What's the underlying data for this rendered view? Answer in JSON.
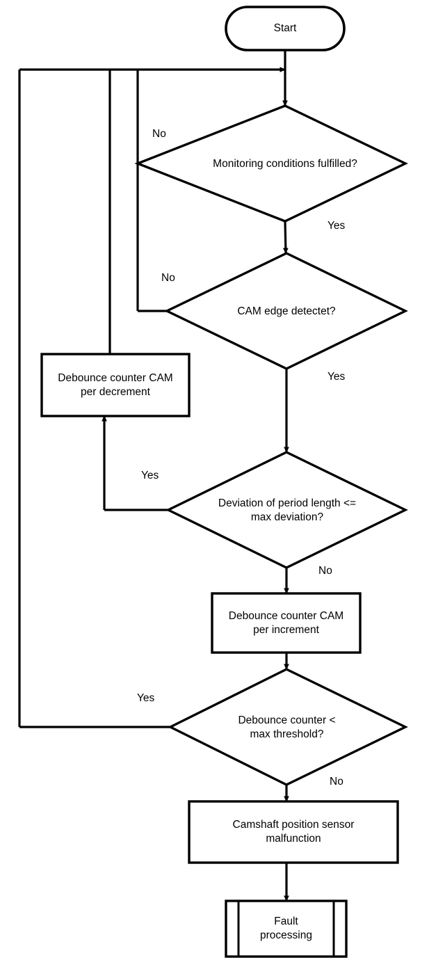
{
  "diagram": {
    "title": "Camshaft position sensor monitoring",
    "type": "flowchart",
    "stroke_color": "#000000",
    "fill_color": "#ffffff",
    "background_color": "#ffffff"
  },
  "nodes": {
    "start": {
      "label": "Start",
      "shape": "terminator"
    },
    "decision_monitoring": {
      "label": "Monitoring conditions fulfilled?",
      "shape": "decision"
    },
    "decision_cam_edge": {
      "label": "CAM edge detectet?",
      "shape": "decision"
    },
    "process_decrement": {
      "label": "Debounce counter CAM\nper decrement",
      "shape": "process"
    },
    "decision_deviation": {
      "label": "Deviation of period length <=\nmax deviation?",
      "shape": "decision"
    },
    "process_increment": {
      "label": "Debounce counter CAM\nper increment",
      "shape": "process"
    },
    "decision_threshold": {
      "label": "Debounce counter <\nmax threshold?",
      "shape": "decision"
    },
    "process_malfunction": {
      "label": "Camshaft position sensor\nmalfunction",
      "shape": "process"
    },
    "predefined_fault": {
      "label": "Fault\nprocessing",
      "shape": "predefined-process"
    }
  },
  "edge_labels": {
    "monitoring_no": "No",
    "monitoring_yes": "Yes",
    "cam_edge_no": "No",
    "cam_edge_yes": "Yes",
    "deviation_yes": "Yes",
    "deviation_no": "No",
    "threshold_yes": "Yes",
    "threshold_no": "No"
  }
}
